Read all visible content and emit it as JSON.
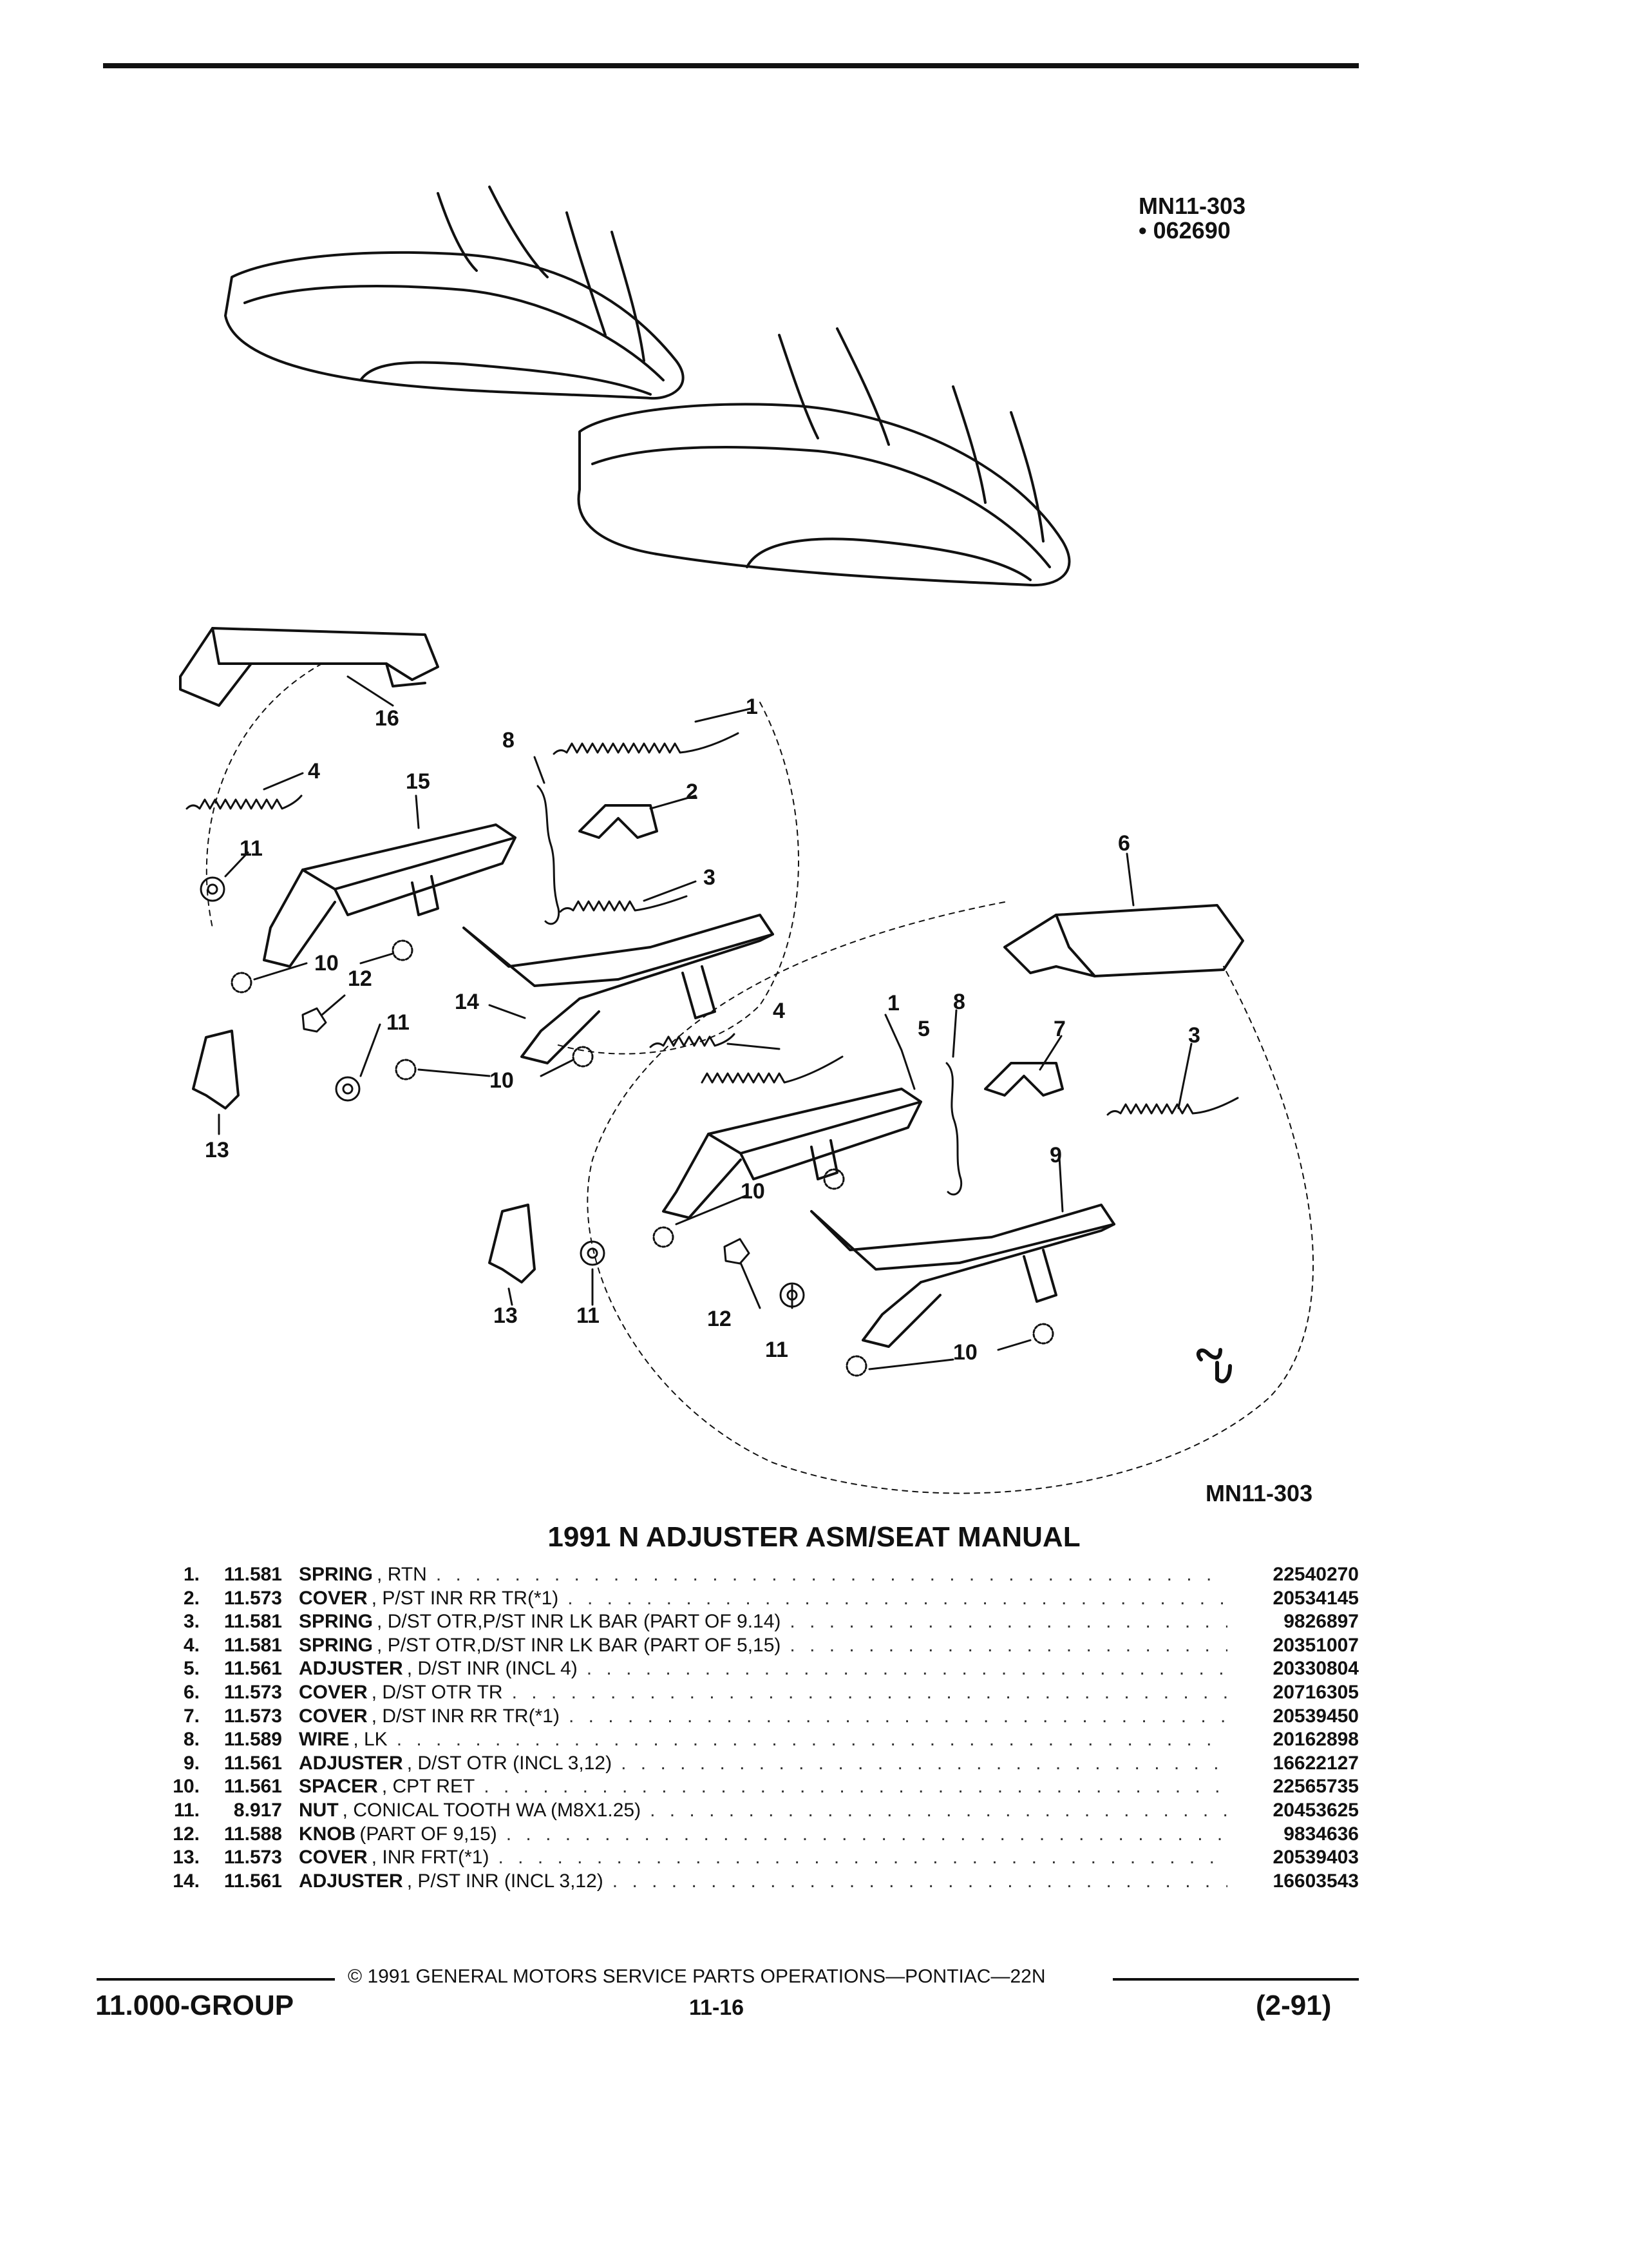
{
  "figure": {
    "code_top": "MN11-303",
    "date_code": "062690",
    "code_bottom": "MN11-303"
  },
  "callouts": {
    "c1a": "1",
    "c2a": "2",
    "c3a": "3",
    "c4a": "4",
    "c8a": "8",
    "c10a": "10",
    "c10b": "10",
    "c11a": "11",
    "c11b": "11",
    "c12a": "12",
    "c13a": "13",
    "c14": "14",
    "c15": "15",
    "c16": "16",
    "c1b": "1",
    "c3b": "3",
    "c4b": "4",
    "c5": "5",
    "c6": "6",
    "c7": "7",
    "c8b": "8",
    "c9": "9",
    "c10c": "10",
    "c10d": "10",
    "c11c": "11",
    "c11d": "11",
    "c12b": "12",
    "c13b": "13"
  },
  "parts_title": "1991 N ADJUSTER ASM/SEAT MANUAL",
  "parts": [
    {
      "num": "1.",
      "group": "11.581",
      "name": "SPRING",
      "detail": ", RTN",
      "part": "22540270"
    },
    {
      "num": "2.",
      "group": "11.573",
      "name": "COVER",
      "detail": ", P/ST INR RR TR(*1)",
      "part": "20534145"
    },
    {
      "num": "3.",
      "group": "11.581",
      "name": "SPRING",
      "detail": ", D/ST OTR,P/ST INR LK BAR (PART OF 9.14)",
      "part": "9826897"
    },
    {
      "num": "4.",
      "group": "11.581",
      "name": "SPRING",
      "detail": ", P/ST OTR,D/ST INR LK BAR (PART OF 5,15)",
      "part": "20351007"
    },
    {
      "num": "5.",
      "group": "11.561",
      "name": "ADJUSTER",
      "detail": ", D/ST INR (INCL 4)",
      "part": "20330804"
    },
    {
      "num": "6.",
      "group": "11.573",
      "name": "COVER",
      "detail": ", D/ST OTR TR",
      "part": "20716305"
    },
    {
      "num": "7.",
      "group": "11.573",
      "name": "COVER",
      "detail": ", D/ST INR RR TR(*1)",
      "part": "20539450"
    },
    {
      "num": "8.",
      "group": "11.589",
      "name": "WIRE",
      "detail": ", LK",
      "part": "20162898"
    },
    {
      "num": "9.",
      "group": "11.561",
      "name": "ADJUSTER",
      "detail": ", D/ST OTR (INCL 3,12)",
      "part": "16622127"
    },
    {
      "num": "10.",
      "group": "11.561",
      "name": "SPACER",
      "detail": ", CPT RET",
      "part": "22565735"
    },
    {
      "num": "11.",
      "group": "8.917",
      "name": "NUT",
      "detail": ", CONICAL TOOTH WA (M8X1.25)",
      "part": "20453625"
    },
    {
      "num": "12.",
      "group": "11.588",
      "name": "KNOB",
      "detail": "(PART OF 9,15)",
      "part": "9834636"
    },
    {
      "num": "13.",
      "group": "11.573",
      "name": "COVER",
      "detail": ", INR FRT(*1)",
      "part": "20539403"
    },
    {
      "num": "14.",
      "group": "11.561",
      "name": "ADJUSTER",
      "detail": ", P/ST INR (INCL 3,12)",
      "part": "16603543"
    }
  ],
  "footer": {
    "copyright": "© 1991 GENERAL MOTORS SERVICE PARTS OPERATIONS—PONTIAC—22N",
    "group": "11.000-GROUP",
    "page": "11-16",
    "revision": "(2-91)"
  }
}
